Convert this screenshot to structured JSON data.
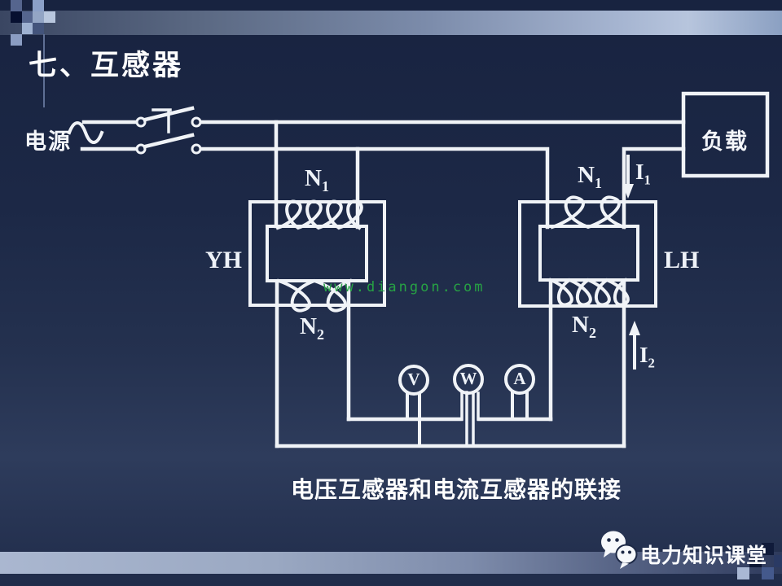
{
  "slide": {
    "title": "七、互感器",
    "caption": "电压互感器和电流互感器的联接",
    "watermark": "www.diangon.com",
    "footer": "电力知识课堂"
  },
  "diagram": {
    "source_label": "电源",
    "load_label": "负载",
    "voltage_transformer_label": "YH",
    "current_transformer_label": "LH",
    "vt_primary": {
      "base": "N",
      "sub": "1"
    },
    "vt_secondary": {
      "base": "N",
      "sub": "2"
    },
    "ct_primary": {
      "base": "N",
      "sub": "1"
    },
    "ct_secondary": {
      "base": "N",
      "sub": "2"
    },
    "i1": {
      "base": "I",
      "sub": "1"
    },
    "i2": {
      "base": "I",
      "sub": "2"
    },
    "meters": {
      "voltmeter": "V",
      "wattmeter": "W",
      "ammeter": "A"
    }
  },
  "colors": {
    "background": "#1d2946",
    "wire": "#f0f3f7",
    "watermark_green": "#27a344",
    "bar_light": "#b7c5dd",
    "bar_dark": "#3a4662"
  }
}
